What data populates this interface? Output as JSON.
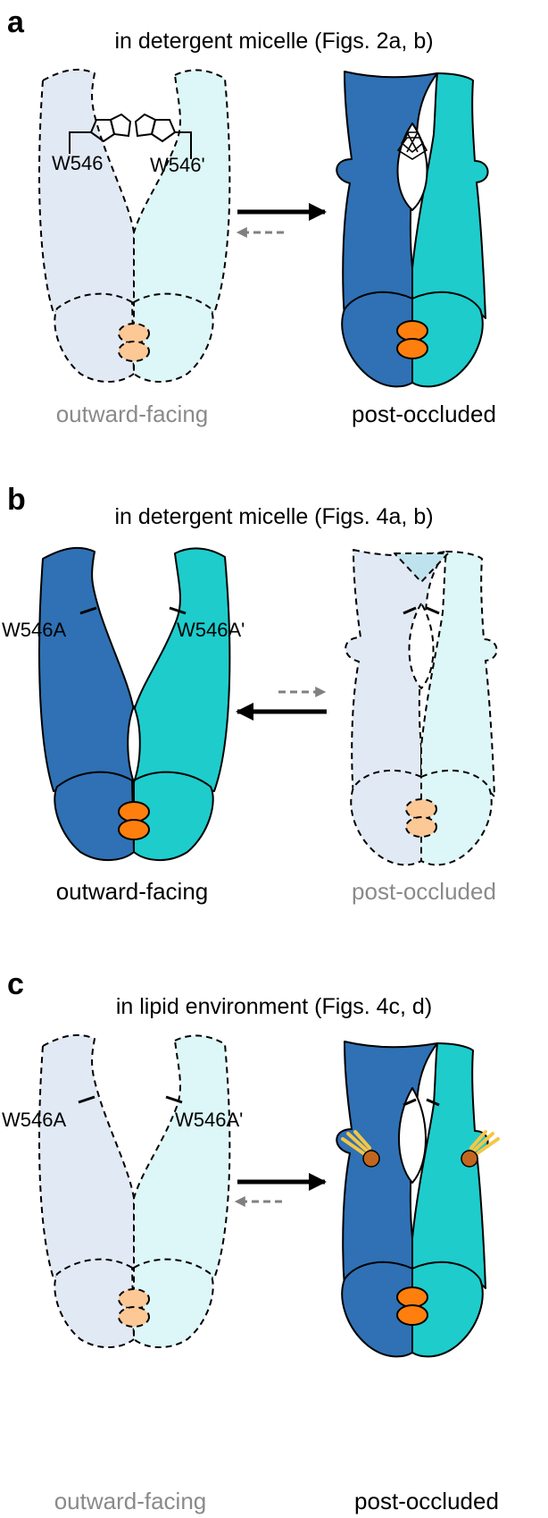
{
  "panels": [
    {
      "letter": "a",
      "title": "in detergent micelle (Figs. 2a, b)",
      "left_state": "outward-facing",
      "right_state": "post-occluded",
      "left_residue": "W546",
      "right_residue": "W546'",
      "left_faded": true,
      "right_faded": false,
      "major_arrow": "right",
      "minor_arrow": "left"
    },
    {
      "letter": "b",
      "title": "in detergent micelle (Figs. 4a, b)",
      "left_state": "outward-facing",
      "right_state": "post-occluded",
      "left_residue": "W546A",
      "right_residue": "W546A'",
      "left_faded": false,
      "right_faded": true,
      "major_arrow": "left",
      "minor_arrow": "right"
    },
    {
      "letter": "c",
      "title": "in lipid environment (Figs. 4c, d)",
      "left_state": "outward-facing",
      "right_state": "post-occluded",
      "left_residue": "W546A",
      "right_residue": "W546A'",
      "left_faded": true,
      "right_faded": false,
      "major_arrow": "right",
      "minor_arrow": "left"
    }
  ],
  "colors": {
    "protomer_a": "#2f71b4",
    "protomer_b": "#1ecccc",
    "protomer_a_faded": "#e1e9f4",
    "protomer_b_faded": "#ddf6f7",
    "nbd_ligand": "#ff7f0e",
    "nbd_ligand_faded": "#fcc896",
    "lipid_head": "#c0661e",
    "lipid_tail": "#f6c645",
    "outline": "#000000",
    "faded_arrow": "#808080"
  }
}
